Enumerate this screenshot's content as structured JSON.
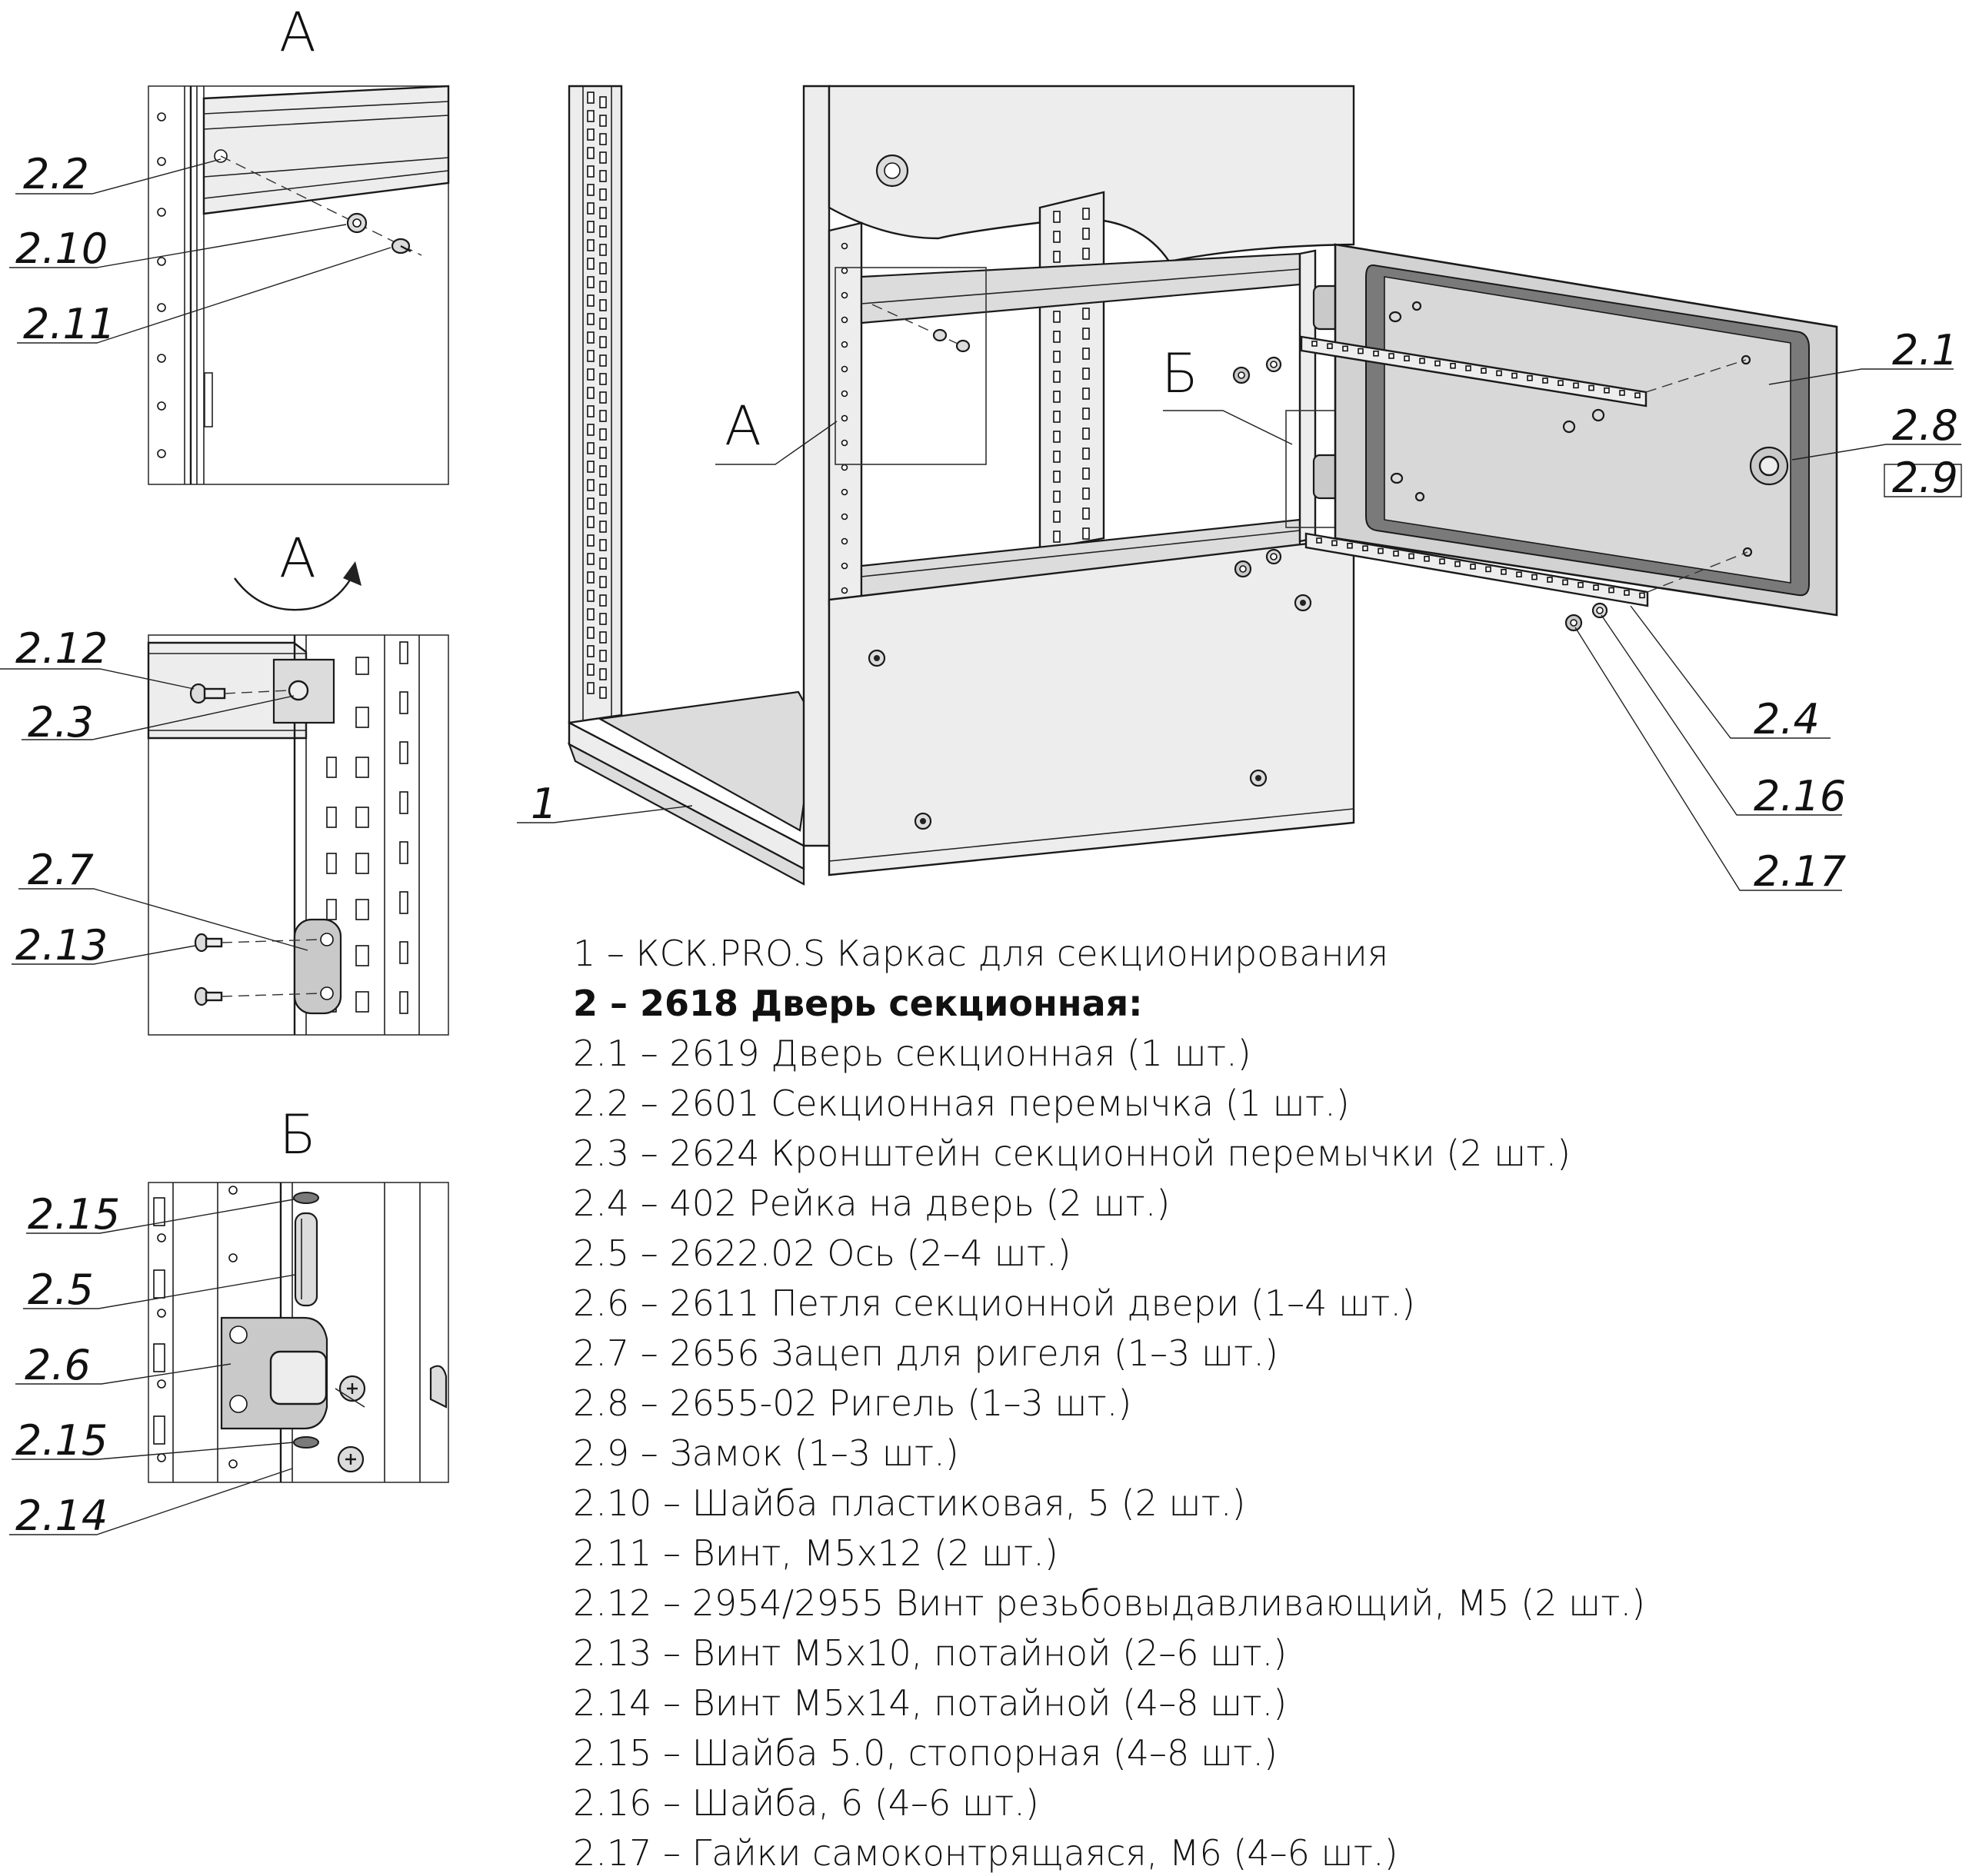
{
  "view_titles": {
    "detail_a_top": "А",
    "detail_a_rotated": "А",
    "detail_b": "Б",
    "main_a": "А",
    "main_b": "Б"
  },
  "callouts": {
    "c2_2": "2.2",
    "c2_10": "2.10",
    "c2_11": "2.11",
    "c2_12": "2.12",
    "c2_3": "2.3",
    "c2_7": "2.7",
    "c2_13": "2.13",
    "c2_15a": "2.15",
    "c2_5": "2.5",
    "c2_6": "2.6",
    "c2_15b": "2.15",
    "c2_14": "2.14",
    "c1": "1",
    "c2_1": "2.1",
    "c2_8": "2.8",
    "c2_9": "2.9",
    "c2_4": "2.4",
    "c2_16": "2.16",
    "c2_17": "2.17"
  },
  "legend": [
    "1 – КСК.PRO.S Каркас для секционирования",
    "2 – 2618 Дверь секционная:",
    "2.1 – 2619 Дверь секционная (1 шт.)",
    "2.2 – 2601 Секционная перемычка (1 шт.)",
    "2.3 – 2624 Кронштейн секционной перемычки (2 шт.)",
    "2.4 – 402 Рейка на дверь (2 шт.)",
    "2.5 – 2622.02 Ось (2–4 шт.)",
    "2.6 – 2611 Петля секционной двери (1–4 шт.)",
    "2.7 – 2656 Зацеп для ригеля (1–3 шт.)",
    "2.8 – 2655-02 Ригель (1–3 шт.)",
    "2.9 – Замок (1–3 шт.)",
    "2.10 – Шайба пластиковая, 5 (2 шт.)",
    "2.11 – Винт, М5х12 (2 шт.)",
    "2.12 – 2954/2955 Винт резьбовыдавливающий, М5 (2 шт.)",
    "2.13 – Винт М5х10, потайной (2–6 шт.)",
    "2.14 – Винт М5х14, потайной (4–8 шт.)",
    "2.15 – Шайба 5.0, стопорная (4–8 шт.)",
    "2.16 – Шайба, 6 (4–6 шт.)",
    "2.17 – Гайки самоконтрящаяся, М6 (4–6 шт.)"
  ]
}
